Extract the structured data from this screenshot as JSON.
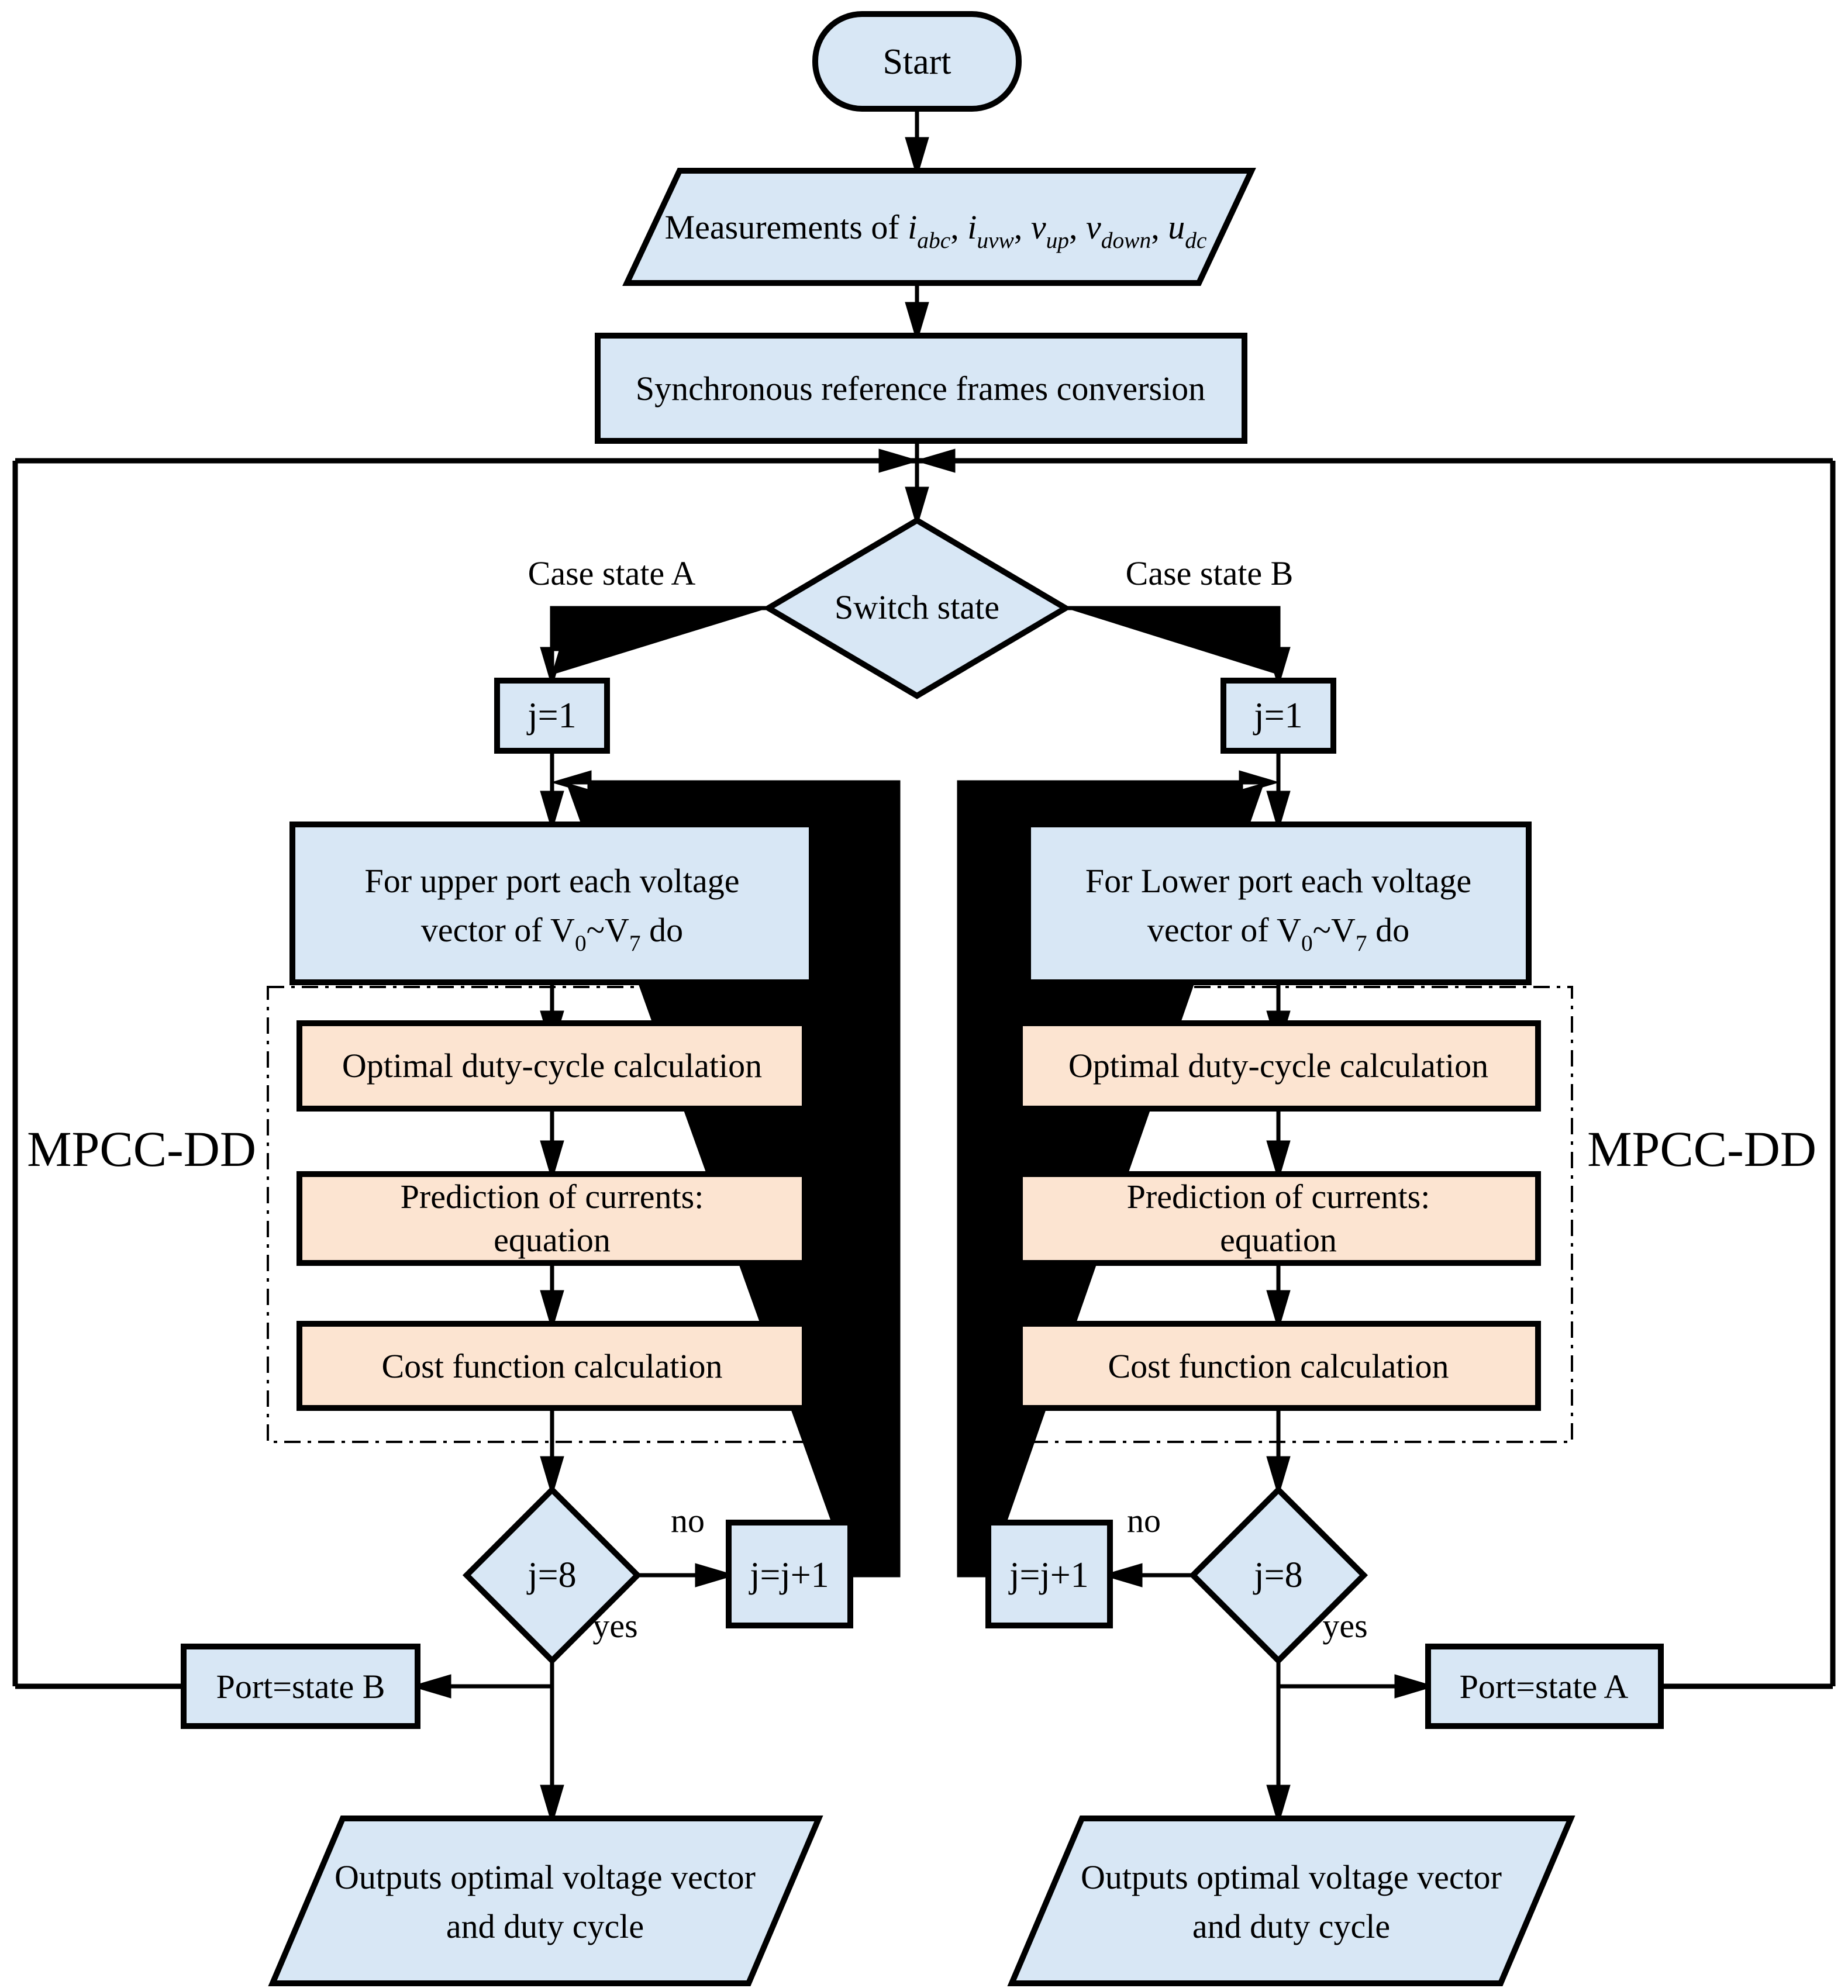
{
  "colors": {
    "node_fill": "#d8e7f5",
    "step_fill": "#fce4d1",
    "line": "#000000"
  },
  "start": {
    "label": "Start"
  },
  "measurements": {
    "segments": [
      {
        "t": "Measurements of "
      },
      {
        "t": "i",
        "i": true
      },
      {
        "t": "abc",
        "i": true,
        "sub": true
      },
      {
        "t": ", "
      },
      {
        "t": "i",
        "i": true
      },
      {
        "t": "uvw",
        "i": true,
        "sub": true
      },
      {
        "t": ", "
      },
      {
        "t": "v",
        "i": true
      },
      {
        "t": "up",
        "i": true,
        "sub": true
      },
      {
        "t": ", "
      },
      {
        "t": "v",
        "i": true
      },
      {
        "t": "down",
        "i": true,
        "sub": true
      },
      {
        "t": ", "
      },
      {
        "t": "u",
        "i": true
      },
      {
        "t": "dc",
        "i": true,
        "sub": true
      }
    ]
  },
  "sync": {
    "label": "Synchronous reference frames conversion"
  },
  "switch_state": {
    "label": "Switch state",
    "case_a": "Case state A",
    "case_b": "Case state B"
  },
  "left": {
    "init": "j=1",
    "for_line1": "For upper port each voltage",
    "for_line2": [
      {
        "t": "vector of V"
      },
      {
        "t": "0",
        "sub": true
      },
      {
        "t": "~V"
      },
      {
        "t": "7",
        "sub": true
      },
      {
        "t": " do"
      }
    ],
    "module": "MPCC-DD",
    "duty": "Optimal duty-cycle calculation",
    "prediction_line1": "Prediction of currents:",
    "prediction_line2": "equation",
    "cost": "Cost function calculation",
    "check": "j=8",
    "no": "no",
    "yes": "yes",
    "increment": "j=j+1",
    "port": "Port=state B",
    "output_line1": "Outputs optimal voltage vector",
    "output_line2": "and duty cycle"
  },
  "right": {
    "init": "j=1",
    "for_line1": "For Lower port each voltage",
    "for_line2": [
      {
        "t": "vector of V"
      },
      {
        "t": "0",
        "sub": true
      },
      {
        "t": "~V"
      },
      {
        "t": "7",
        "sub": true
      },
      {
        "t": " do"
      }
    ],
    "module": "MPCC-DD",
    "duty": "Optimal duty-cycle calculation",
    "prediction_line1": "Prediction of currents:",
    "prediction_line2": "equation",
    "cost": "Cost function calculation",
    "check": "j=8",
    "no": "no",
    "yes": "yes",
    "increment": "j=j+1",
    "port": "Port=state A",
    "output_line1": "Outputs optimal voltage vector",
    "output_line2": "and duty cycle"
  }
}
